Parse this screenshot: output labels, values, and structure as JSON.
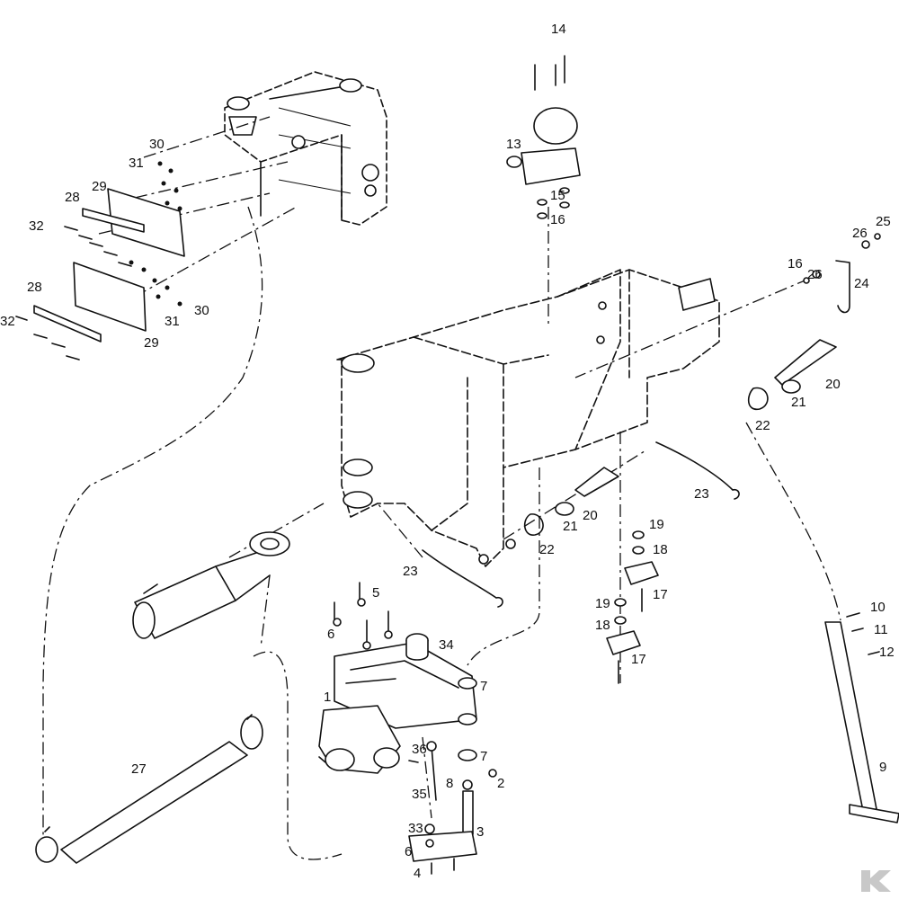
{
  "diagram": {
    "callouts": [
      {
        "id": "c14",
        "text": "14"
      },
      {
        "id": "c13",
        "text": "13"
      },
      {
        "id": "c15",
        "text": "15"
      },
      {
        "id": "c16a",
        "text": "16"
      },
      {
        "id": "c30a",
        "text": "30"
      },
      {
        "id": "c31a",
        "text": "31"
      },
      {
        "id": "c29a",
        "text": "29"
      },
      {
        "id": "c28a",
        "text": "28"
      },
      {
        "id": "c32a",
        "text": "32"
      },
      {
        "id": "c28b",
        "text": "28"
      },
      {
        "id": "c32b",
        "text": "32"
      },
      {
        "id": "c29b",
        "text": "29"
      },
      {
        "id": "c31b",
        "text": "31"
      },
      {
        "id": "c30b",
        "text": "30"
      },
      {
        "id": "c26a",
        "text": "26"
      },
      {
        "id": "c25",
        "text": "25"
      },
      {
        "id": "c16b",
        "text": "16"
      },
      {
        "id": "c26b",
        "text": "26"
      },
      {
        "id": "c24",
        "text": "24"
      },
      {
        "id": "c20a",
        "text": "20"
      },
      {
        "id": "c21a",
        "text": "21"
      },
      {
        "id": "c22a",
        "text": "22"
      },
      {
        "id": "c23a",
        "text": "23"
      },
      {
        "id": "c20b",
        "text": "20"
      },
      {
        "id": "c21b",
        "text": "21"
      },
      {
        "id": "c22b",
        "text": "22"
      },
      {
        "id": "c23b",
        "text": "23"
      },
      {
        "id": "c19a",
        "text": "19"
      },
      {
        "id": "c18a",
        "text": "18"
      },
      {
        "id": "c17a",
        "text": "17"
      },
      {
        "id": "c19b",
        "text": "19"
      },
      {
        "id": "c18b",
        "text": "18"
      },
      {
        "id": "c17b",
        "text": "17"
      },
      {
        "id": "c10",
        "text": "10"
      },
      {
        "id": "c11",
        "text": "11"
      },
      {
        "id": "c12",
        "text": "12"
      },
      {
        "id": "c9",
        "text": "9"
      },
      {
        "id": "c5",
        "text": "5"
      },
      {
        "id": "c6a",
        "text": "6"
      },
      {
        "id": "c34",
        "text": "34"
      },
      {
        "id": "c7a",
        "text": "7"
      },
      {
        "id": "c1",
        "text": "1"
      },
      {
        "id": "c36",
        "text": "36"
      },
      {
        "id": "c7b",
        "text": "7"
      },
      {
        "id": "c2",
        "text": "2"
      },
      {
        "id": "c8",
        "text": "8"
      },
      {
        "id": "c35",
        "text": "35"
      },
      {
        "id": "c3",
        "text": "3"
      },
      {
        "id": "c33",
        "text": "33"
      },
      {
        "id": "c6b",
        "text": "6"
      },
      {
        "id": "c4",
        "text": "4"
      },
      {
        "id": "c27",
        "text": "27"
      }
    ]
  },
  "brand": {
    "logo_icon": "kverneland-k-logo-icon",
    "logo_color": "#c8c8c8"
  }
}
